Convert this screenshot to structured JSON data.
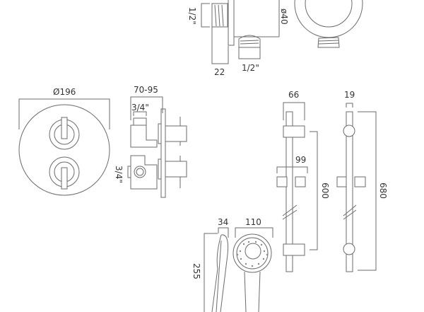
{
  "labels": {
    "outlet_thread_side": "1/2\"",
    "outlet_depth": "22",
    "outlet_thread_bottom": "1/2\"",
    "outlet_diameter": "ø40",
    "plate_diameter": "Ø196",
    "valve_depth": "70-95",
    "valve_inlet_top": "3/4\"",
    "valve_inlet_side": "3/4\"",
    "handset_depth": "34",
    "handset_width": "110",
    "handset_length": "255",
    "rail_bracket_depth": "66",
    "rail_holder_depth": "99",
    "rail_bracket_spacing": "600",
    "rail_diameter": "19",
    "rail_length": "680"
  }
}
